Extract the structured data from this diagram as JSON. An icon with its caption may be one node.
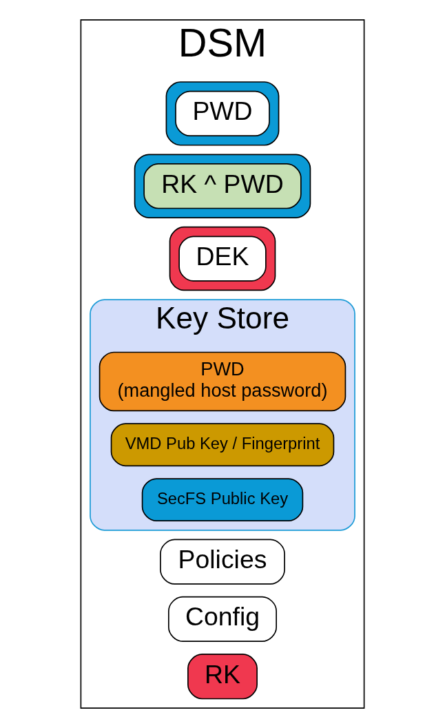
{
  "diagram": {
    "nodes": [
      {
        "text": [
          "DSM"
        ]
      },
      {
        "text": [],
        "shape": "box",
        "in": 0
      },
      {
        "text": [
          "PWD"
        ],
        "in": 1
      },
      {
        "text": [],
        "shape": "box",
        "in": 0
      },
      {
        "text": [
          "RK ^ PWD"
        ],
        "in": 3
      },
      {
        "text": [],
        "shape": "box",
        "in": 0
      },
      {
        "text": [
          "DEK"
        ],
        "in": 5
      },
      {
        "text": [
          "Policies"
        ],
        "in": 0
      },
      {
        "text": [
          "Config"
        ],
        "in": 0
      },
      {
        "text": [
          "RK"
        ],
        "in": 0
      },
      {
        "text": [
          "Key Store"
        ],
        "in": 0
      },
      {
        "text": [
          "PWD",
          "(mangled host password)"
        ],
        "in": 10
      },
      {
        "text": [
          "VMD Pub Key / Fingerprint"
        ],
        "in": 10
      },
      {
        "text": [
          "SecFS Public Key"
        ],
        "in": 10
      }
    ]
  }
}
